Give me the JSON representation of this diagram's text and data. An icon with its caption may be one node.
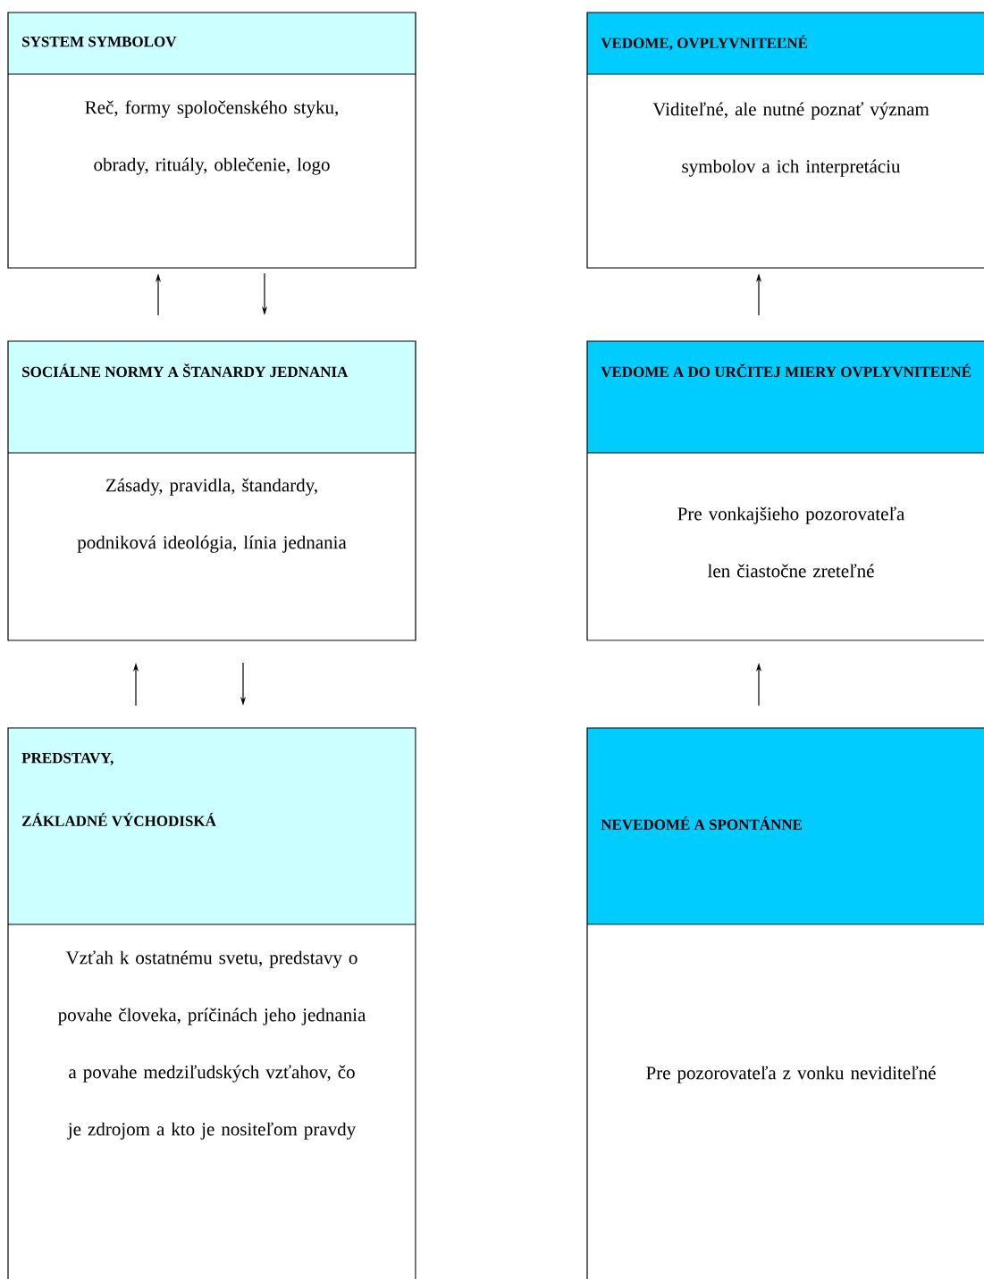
{
  "diagram": {
    "nodes": [
      {
        "text": [
          "SYSTEM SYMBOLOV",
          "Reč, formy spoločenského styku, obrady, rituály, oblečenie, logo"
        ]
      },
      {
        "text": [
          "VEDOME, OVPLYVNITEĽNÉ",
          "Viditeľné, ale nutné poznať význam symbolov a ich interpretáciu"
        ]
      },
      {
        "text": [
          "SOCIÁLNE NORMY A ŠTANARDY JEDNANIA",
          "Zásady, pravidla, štandardy, podniková ideológia, línia jednania"
        ]
      },
      {
        "text": [
          "VEDOME A DO URČITEJ MIERY OVPLYVNITEĽNÉ",
          "Pre vonkajšieho pozorovateľa len čiastočne zreteľné"
        ]
      },
      {
        "text": [
          "PREDSTAVY,",
          "ZÁKLADNÉ VÝCHODISKÁ",
          "Vzťah k ostatnému svetu, predstavy o povahe človeka, príčinách jeho jednania a povahe medziľudských vzťahov, čo je zdrojom a kto je nositeľom pravdy"
        ]
      },
      {
        "text": [
          "NEVEDOMÉ A SPONTÁNNE",
          "Pre pozorovateľa z vonku neviditeľné"
        ]
      }
    ],
    "edges": [
      {
        "from": 2,
        "to": 0,
        "arrow": "to"
      },
      {
        "from": 0,
        "to": 2,
        "arrow": "to"
      },
      {
        "from": 3,
        "to": 1,
        "arrow": "to"
      },
      {
        "from": 4,
        "to": 2,
        "arrow": "to"
      },
      {
        "from": 2,
        "to": 4,
        "arrow": "to"
      },
      {
        "from": 5,
        "to": 3,
        "arrow": "to"
      }
    ]
  }
}
